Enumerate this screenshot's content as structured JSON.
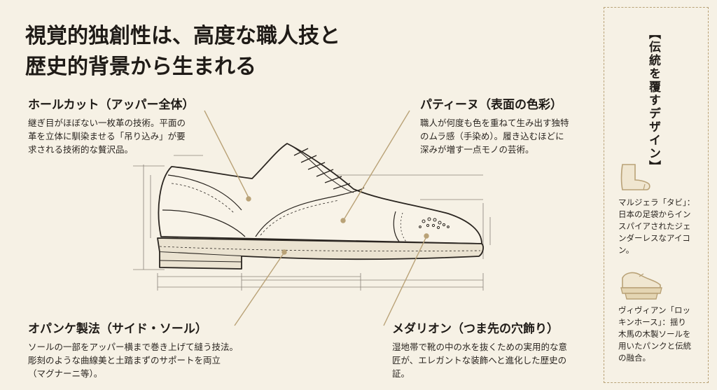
{
  "title": {
    "line1": "視覚的独創性は、高度な職人技と",
    "line2": "歴史的背景から生まれる"
  },
  "callouts": {
    "holecut": {
      "heading": "ホールカット（アッパー全体）",
      "lines": [
        "継ぎ目がほぼない一枚革の技術。平面の",
        "革を立体に馴染ませる「吊り込み」が要",
        "求される技術的な贅沢品。"
      ]
    },
    "patine": {
      "heading": "パティーヌ（表面の色彩）",
      "lines": [
        "職人が何度も色を重ねて生み出す独特",
        "のムラ感（手染め）。履き込むほどに",
        "深みが増す一点モノの芸術。"
      ]
    },
    "opanke": {
      "heading": "オパンケ製法（サイド・ソール）",
      "lines": [
        "ソールの一部をアッパー横まで巻き上げて縫う技法。",
        "彫刻のような曲線美と土踏まずのサポートを両立",
        "（マグナーニ等）。"
      ]
    },
    "medallion": {
      "heading": "メダリオン（つま先の穴飾り）",
      "lines": [
        "湿地帯で靴の中の水を抜くための実用的な意",
        "匠が、エレガントな装飾へと進化した歴史の",
        "証。"
      ]
    }
  },
  "sidebar": {
    "heading": "【伝統を覆すデザイン】",
    "items": [
      {
        "icon": "tabi-boot-icon",
        "lines": [
          "マルジェラ「タビ」：",
          "日本の足袋からイン",
          "スパイアされたジェ",
          "ンダーレスなアイコ",
          "ン。"
        ]
      },
      {
        "icon": "rocking-horse-shoe-icon",
        "lines": [
          "ヴィヴィアン「ロッ",
          "キンホース」：揺り",
          "木馬の木製ソールを",
          "用いたパンクと伝統",
          "の融合。"
        ]
      }
    ]
  },
  "colors": {
    "background": "#f6f1e5",
    "accent": "#b9a277",
    "ink": "#2a2520"
  }
}
